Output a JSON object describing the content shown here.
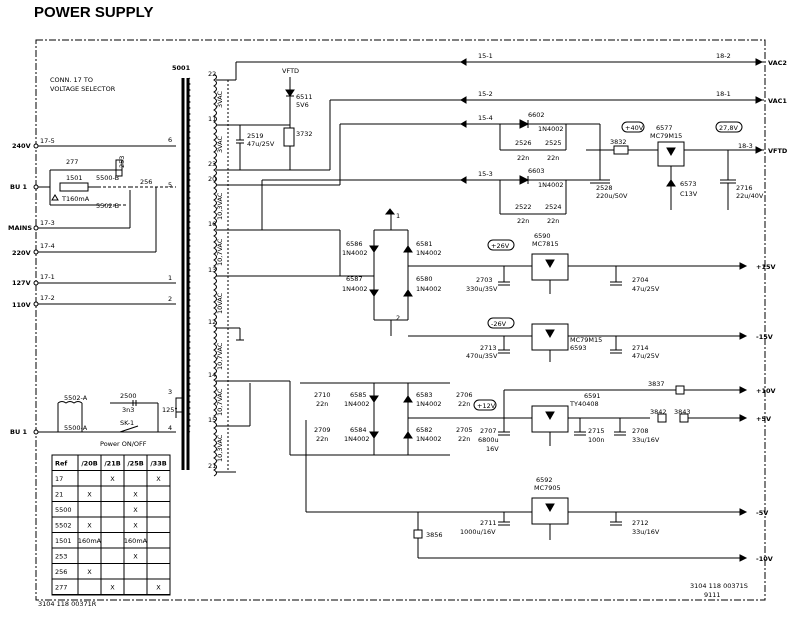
{
  "title": "POWER SUPPLY",
  "note_line1": "CONN. 17 TO",
  "note_line2": "VOLTAGE SELECTOR",
  "transformer": "5001",
  "left_terms": {
    "v240": "240V",
    "t17_5": "17-5",
    "bu1": "BU 1",
    "mains": "MAINS",
    "t17_3": "17-3",
    "v220": "220V",
    "t17_4": "17-4",
    "v127": "127V",
    "t17_1": "17-1",
    "v110": "110V",
    "t17_2": "17-2",
    "bu1b": "BU 1"
  },
  "primary": {
    "r277": "277",
    "r253": "253",
    "f1501": "1501",
    "fval": "T160mA",
    "s5500b": "5500-B",
    "s5502b": "5502-B",
    "n256": "256",
    "s5502a": "5502-A",
    "s5500a": "5500-A",
    "c2500": "2500",
    "c2500v": "3n3",
    "sk1": "SK-1",
    "power": "Power ON/OFF",
    "temp": "125°"
  },
  "pins": {
    "p22": "22",
    "p11": "11",
    "p23": "23",
    "p20": "20",
    "p16": "16",
    "p13": "13",
    "p12": "12",
    "p14": "14",
    "p15": "15",
    "p21": "21",
    "p6": "6",
    "p5": "5",
    "p1": "1",
    "p2": "2",
    "p3": "3",
    "p4": "4"
  },
  "wind": {
    "w1": "3VAC",
    "w2": "3VAC",
    "w3": "10,3VAC",
    "w4": "10,7VAC",
    "w5": "10VAC",
    "w6": "10,7VAC",
    "w7": "10,7VAC",
    "w8": "10,3VAC"
  },
  "conn": {
    "c15_1": "15-1",
    "c15_2": "15-2",
    "c15_4": "15-4",
    "c15_3": "15-3",
    "c18_2": "18-2",
    "c18_1": "18-1",
    "c18_3": "18-3"
  },
  "outputs": {
    "vac2": "VAC2",
    "vac1": "VAC1",
    "vftd": "VFTD",
    "p15": "+15V",
    "m15": "-15V",
    "p10": "+10V",
    "p5": "+5V",
    "m5": "-5V",
    "m10": "-10V"
  },
  "parts": {
    "vftd_top": "VFTD",
    "d6511": "6511",
    "d6511v": "5V6",
    "c2519": "2519",
    "c2519v": "47u/25V",
    "r3732": "3732",
    "d6602": "6602",
    "d6602v": "1N4002",
    "d6603": "6603",
    "d6603v": "1N4002",
    "c2526": "2526",
    "c2526v": "22n",
    "c2525": "2525",
    "c2525v": "22n",
    "c2522": "2522",
    "c2522v": "22n",
    "c2524": "2524",
    "c2524v": "22n",
    "c2528": "2528",
    "c2528v": "220u/50V",
    "r3832": "3832",
    "v40": "+40V",
    "ic6577": "6577",
    "ic6577t": "MC79M15",
    "v278": "27,8V",
    "d6573": "6573",
    "d6573v": "C13V",
    "c2716": "2716",
    "c2716v": "22u/40V",
    "d6586": "6586",
    "d6586v": "1N4002",
    "d6581": "6581",
    "d6581v": "1N4002",
    "d6587": "6587",
    "d6587v": "1N4002",
    "d6580": "6580",
    "d6580v": "1N4002",
    "n1": "1",
    "n2": "2",
    "v26p": "+26V",
    "ic6590": "6590",
    "ic6590t": "MC7815",
    "c2703": "2703",
    "c2703v": "330u/35V",
    "c2704": "2704",
    "c2704v": "47u/25V",
    "v26m": "-26V",
    "ic6593": "6593",
    "ic6593t": "MC79M15",
    "c2713": "2713",
    "c2713v": "470u/35V",
    "c2714": "2714",
    "c2714v": "47u/25V",
    "c2710": "2710",
    "c2710v": "22n",
    "d6585": "6585",
    "d6585v": "1N4002",
    "d6583": "6583",
    "d6583v": "1N4002",
    "c2706": "2706",
    "c2706v": "22n",
    "c2709": "2709",
    "c2709v": "22n",
    "d6584": "6584",
    "d6584v": "1N4002",
    "d6582": "6582",
    "d6582v": "1N4002",
    "c2705": "2705",
    "c2705v": "22n",
    "v12": "+12V",
    "c2707": "2707",
    "c2707v": "6800u",
    "c2707v2": "16V",
    "ic6591": "6591",
    "ic6591t": "TY40408",
    "r3837": "3837",
    "r3842": "3842",
    "r3843": "3843",
    "c2715": "2715",
    "c2715v": "100n",
    "c2708": "2708",
    "c2708v": "33u/16V",
    "ic6592": "6592",
    "ic6592t": "MC7905",
    "c2711": "2711",
    "c2711v": "1000u/16V",
    "c2712": "2712",
    "c2712v": "33u/16V",
    "r3856": "3856",
    "code1": "3104 118 00371S",
    "code2": "9111",
    "code3": "3104 118 00371R"
  },
  "table": {
    "headers": [
      "Ref",
      "/20B",
      "/21B",
      "/25B",
      "/33B"
    ],
    "rows": [
      [
        "17",
        "",
        "X",
        "",
        "X"
      ],
      [
        "21",
        "X",
        "",
        "X",
        ""
      ],
      [
        "5500",
        "",
        "",
        "X",
        ""
      ],
      [
        "5502",
        "X",
        "",
        "X",
        ""
      ],
      [
        "1501",
        "160mA",
        "",
        "160mA",
        ""
      ],
      [
        "253",
        "",
        "",
        "X",
        ""
      ],
      [
        "256",
        "X",
        "",
        "",
        ""
      ],
      [
        "277",
        "",
        "X",
        "",
        "X"
      ]
    ]
  }
}
